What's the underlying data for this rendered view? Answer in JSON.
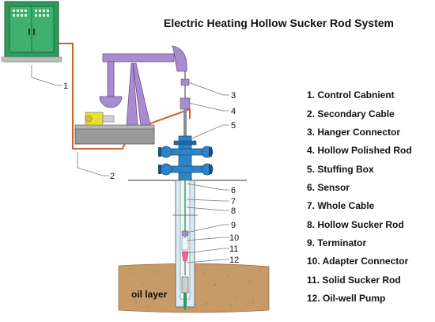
{
  "diagram": {
    "title": "Electric Heating Hollow Sucker Rod System",
    "oil_layer_label": "oil layer",
    "callout_numbers": [
      "1",
      "2",
      "3",
      "4",
      "5",
      "6",
      "7",
      "8",
      "9",
      "10",
      "11",
      "12"
    ],
    "legend": [
      "1. Control Cabnient",
      "2. Secondary Cable",
      "3. Hanger Connector",
      "4. Hollow Polished Rod",
      "5. Stuffing Box",
      "6. Sensor",
      "7. Whole Cable",
      "8.  Hollow Sucker Rod",
      "9. Terminator",
      "10. Adapter Connector",
      "11. Solid Sucker Rod",
      "12. Oil-well Pump"
    ],
    "colors": {
      "cabinet": "#2e9a5e",
      "pump_jack": "#a98bcf",
      "cable": "#c8642c",
      "wellhead": "#2d84c6",
      "soil": "#c79a68",
      "motor": "#e8e02c"
    }
  }
}
